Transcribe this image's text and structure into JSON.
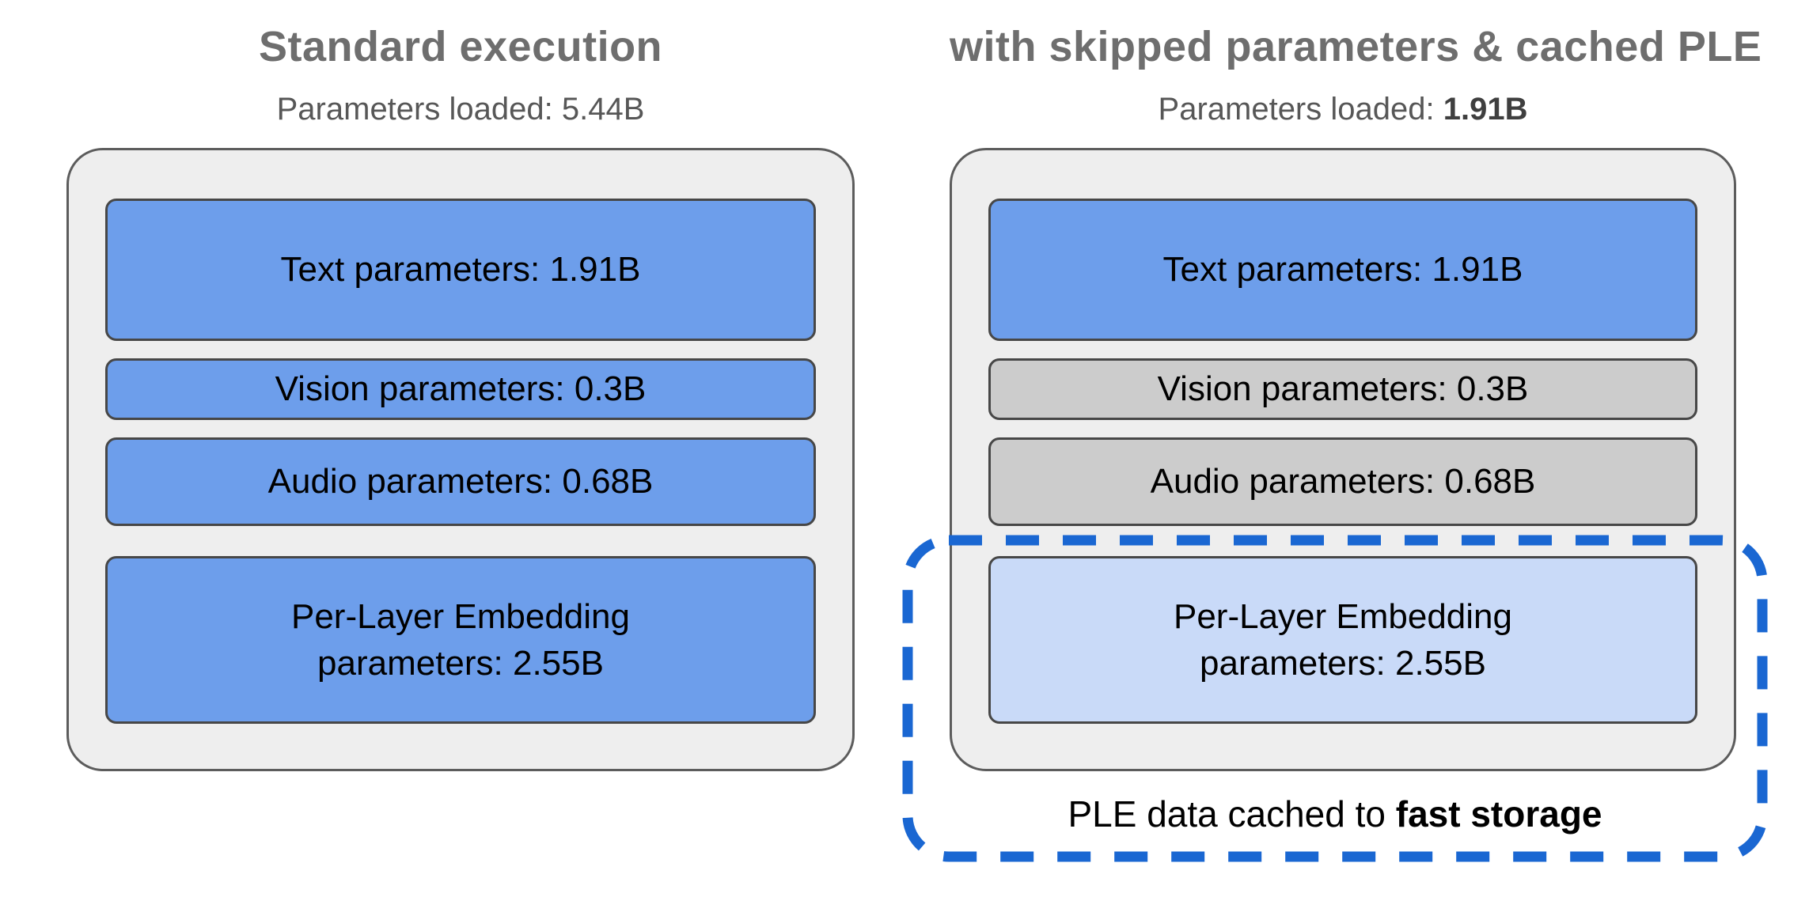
{
  "colors": {
    "blue_loaded": "#6d9eeb",
    "blue_cached": "#c9daf8",
    "gray_skipped": "#cccccc",
    "container_fill": "#eeeeee",
    "box_border": "#474747",
    "container_border": "#5c5c5c",
    "dashed_outline": "#1a67d2",
    "title_text": "#6e6e6e",
    "subtitle_text": "#575757",
    "subtitle_value_dark": "#3f3f3f",
    "label_text": "#000000"
  },
  "panels": [
    {
      "title": "Standard execution",
      "subtitle_label": "Parameters loaded:",
      "subtitle_value": "5.44B",
      "boxes": [
        {
          "label": "Text parameters: 1.91B",
          "state": "loaded"
        },
        {
          "label": "Vision parameters: 0.3B",
          "state": "loaded"
        },
        {
          "label": "Audio parameters: 0.68B",
          "state": "loaded"
        },
        {
          "label": "Per-Layer Embedding\nparameters: 2.55B",
          "state": "loaded"
        }
      ]
    },
    {
      "title": "with skipped parameters & cached PLE",
      "subtitle_label": "Parameters loaded:",
      "subtitle_value": "1.91B",
      "boxes": [
        {
          "label": "Text parameters: 1.91B",
          "state": "loaded"
        },
        {
          "label": "Vision parameters: 0.3B",
          "state": "skipped"
        },
        {
          "label": "Audio parameters: 0.68B",
          "state": "skipped"
        },
        {
          "label": "Per-Layer Embedding\nparameters: 2.55B",
          "state": "cached"
        }
      ]
    }
  ],
  "cache_note": {
    "prefix": "PLE data cached to",
    "bold_value": "fast storage"
  }
}
